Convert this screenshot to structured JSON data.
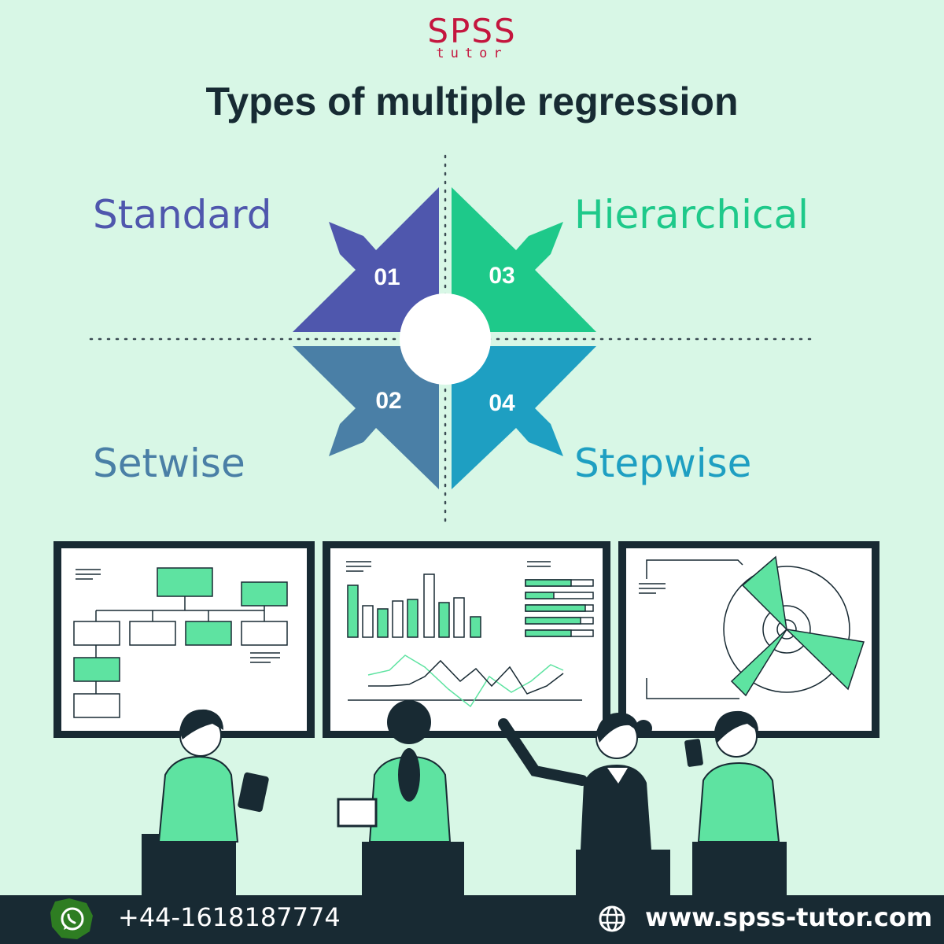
{
  "logo": {
    "main": "SPSS",
    "sub": "tutor"
  },
  "title": "Types of multiple regression",
  "quadrants": [
    {
      "number": "01",
      "label": "Standard",
      "color": "#4f57ad"
    },
    {
      "number": "02",
      "label": "Setwise",
      "color": "#4a7fa6"
    },
    {
      "number": "03",
      "label": "Hierarchical",
      "color": "#1ec98a"
    },
    {
      "number": "04",
      "label": "Stepwise",
      "color": "#1e9fc2"
    }
  ],
  "colors": {
    "background": "#d8f7e6",
    "accent_green": "#5ee3a1",
    "dark": "#182a33",
    "brand_red": "#c4163e"
  },
  "footer": {
    "phone": "+44-1618187774",
    "website": "www.spss-tutor.com",
    "phone_icon": "whatsapp-icon",
    "web_icon": "globe-icon"
  }
}
